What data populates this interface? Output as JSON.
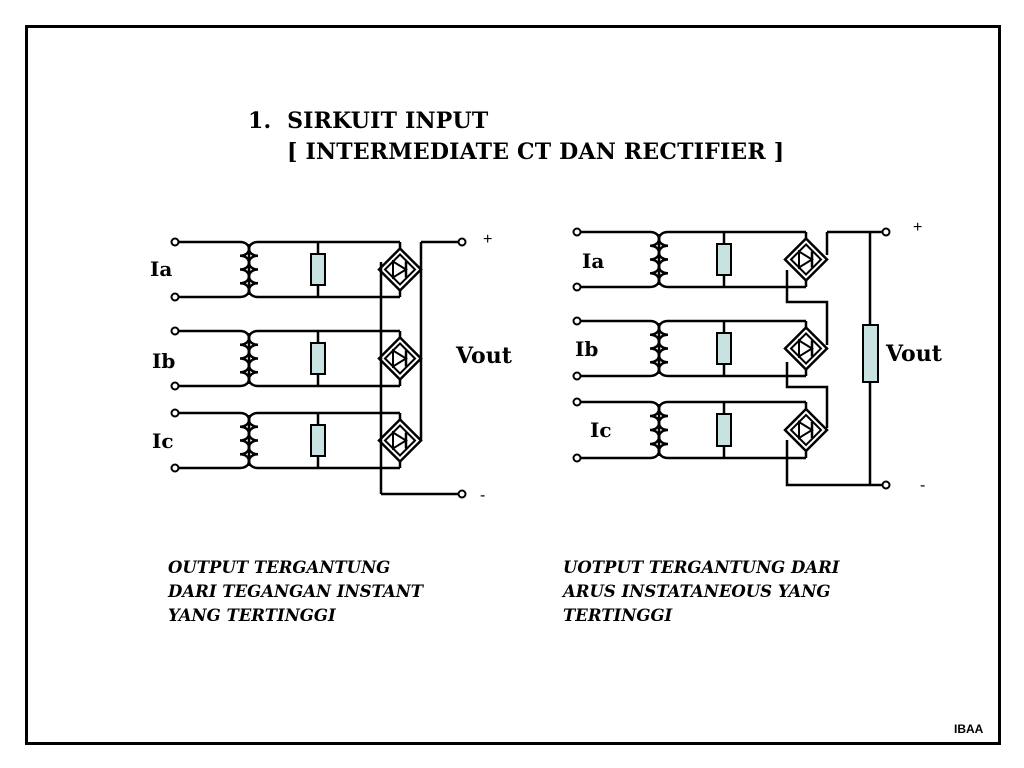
{
  "title": {
    "number": "1.",
    "line1": "SIRKUIT  INPUT",
    "line2": "[ INTERMEDIATE CT  DAN  RECTIFIER ]"
  },
  "left_circuit": {
    "phases": [
      "Ia",
      "Ib",
      "Ic"
    ],
    "output_label": "Vout",
    "plus": "+",
    "minus": "-",
    "caption": [
      "OUTPUT  TERGANTUNG",
      "DARI  TEGANGAN  INSTANT",
      "YANG  TERTINGGI"
    ]
  },
  "right_circuit": {
    "phases": [
      "Ia",
      "Ib",
      "Ic"
    ],
    "output_label": "Vout",
    "plus": "+",
    "minus": "-",
    "caption": [
      "UOTPUT  TERGANTUNG  DARI",
      "ARUS  INSTATANEOUS  YANG",
      "TERTINGGI"
    ]
  },
  "footer": "IBAA",
  "colors": {
    "resistor_fill": "#c8e2e2",
    "line": "#000000"
  }
}
